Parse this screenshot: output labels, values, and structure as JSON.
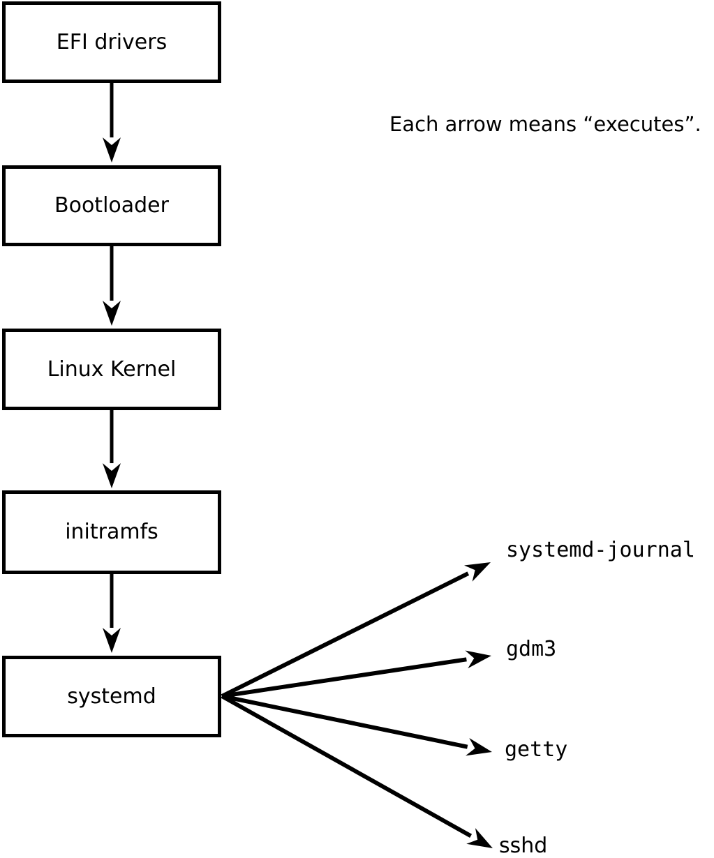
{
  "diagram": {
    "note": "Each arrow means “executes”.",
    "boot_chain": [
      {
        "label": "EFI drivers"
      },
      {
        "label": "Bootloader"
      },
      {
        "label": "Linux Kernel"
      },
      {
        "label": "initramfs"
      },
      {
        "label": "systemd"
      }
    ],
    "services": [
      {
        "label": "systemd-journal"
      },
      {
        "label": "gdm3"
      },
      {
        "label": "getty"
      },
      {
        "label": "sshd"
      }
    ],
    "colors": {
      "background": "#ffffff",
      "line": "#000000",
      "text": "#000000"
    }
  }
}
